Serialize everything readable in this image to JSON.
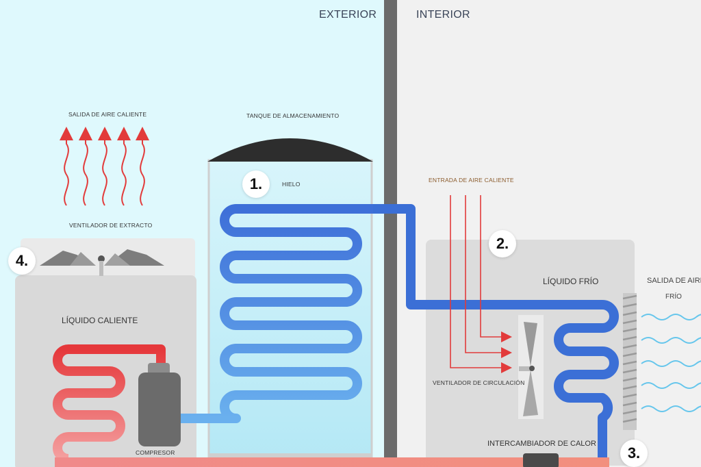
{
  "zones": {
    "exterior": "EXTERIOR",
    "interior": "INTERIOR"
  },
  "labels": {
    "hot_air_out": "SALIDA DE AIRE CALIENTE",
    "storage_tank": "TANQUE DE ALMACENAMIENTO",
    "ice": "HIELO",
    "exhaust_fan": "VENTILADOR DE EXTRACTO",
    "hot_liquid": "LÍQUIDO CALIENTE",
    "compressor": "COMPRESOR",
    "hot_air_in": "ENTRADA DE AIRE CALIENTE",
    "cold_liquid": "LÍQUIDO FRÍO",
    "circulation_fan": "VENTILADOR DE CIRCULACIÓN",
    "heat_exchanger": "INTERCAMBIADOR DE CALOR",
    "cold_air_out_line1": "SALIDA DE AIRE",
    "cold_air_out_line2": "FRÍO"
  },
  "steps": [
    "1.",
    "2.",
    "3.",
    "4."
  ],
  "colors": {
    "exterior_bg": "#dff9fd",
    "interior_bg": "#f0f0f0",
    "wall": "#6b6b6b",
    "cold_pipe": "#3b6fd6",
    "hot_pipe": "#e03a3a",
    "tank_water": "#b9ecf7",
    "unit_body": "#dcdcdc",
    "arrow_red": "#e23b3b",
    "wave_blue": "#66c6ec"
  }
}
